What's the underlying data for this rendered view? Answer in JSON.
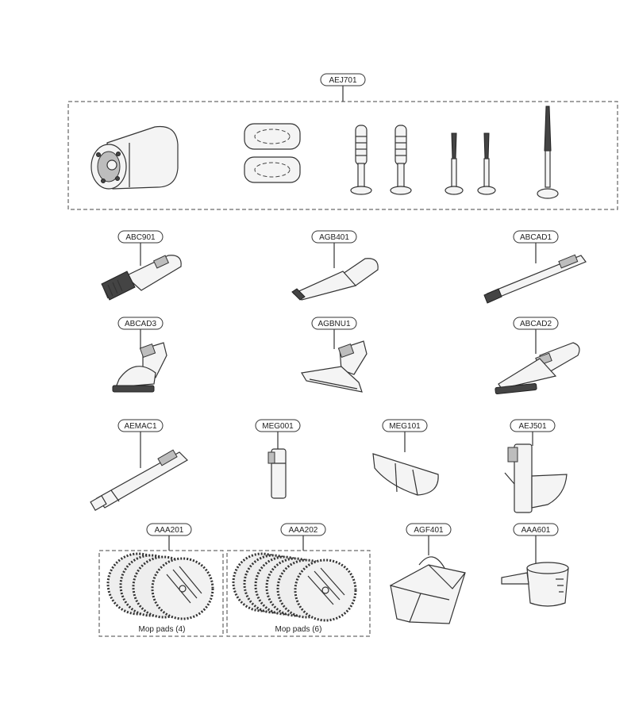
{
  "parts": [
    {
      "id": "AEJ701"
    },
    {
      "id": "ABC901"
    },
    {
      "id": "AGB401"
    },
    {
      "id": "ABCAD1"
    },
    {
      "id": "ABCAD3"
    },
    {
      "id": "AGBNU1"
    },
    {
      "id": "ABCAD2"
    },
    {
      "id": "AEMAC1"
    },
    {
      "id": "MEG001"
    },
    {
      "id": "MEG101"
    },
    {
      "id": "AEJ501"
    },
    {
      "id": "AAA201",
      "caption": "Mop pads (4)"
    },
    {
      "id": "AAA202",
      "caption": "Mop pads (6)"
    },
    {
      "id": "AGF401"
    },
    {
      "id": "AAA601"
    }
  ],
  "icons": [
    "adapter-cylinder-icon",
    "rubber-pad-icon",
    "screw-icon",
    "brush-tool-icon",
    "crevice-tool-icon",
    "extension-wand-icon",
    "dusting-brush-icon",
    "upholstery-tool-icon",
    "bristle-nozzle-icon",
    "wand-icon",
    "clip-icon",
    "holder-icon",
    "bracket-icon",
    "mop-pad-icon",
    "storage-bag-icon",
    "measuring-cup-icon"
  ]
}
